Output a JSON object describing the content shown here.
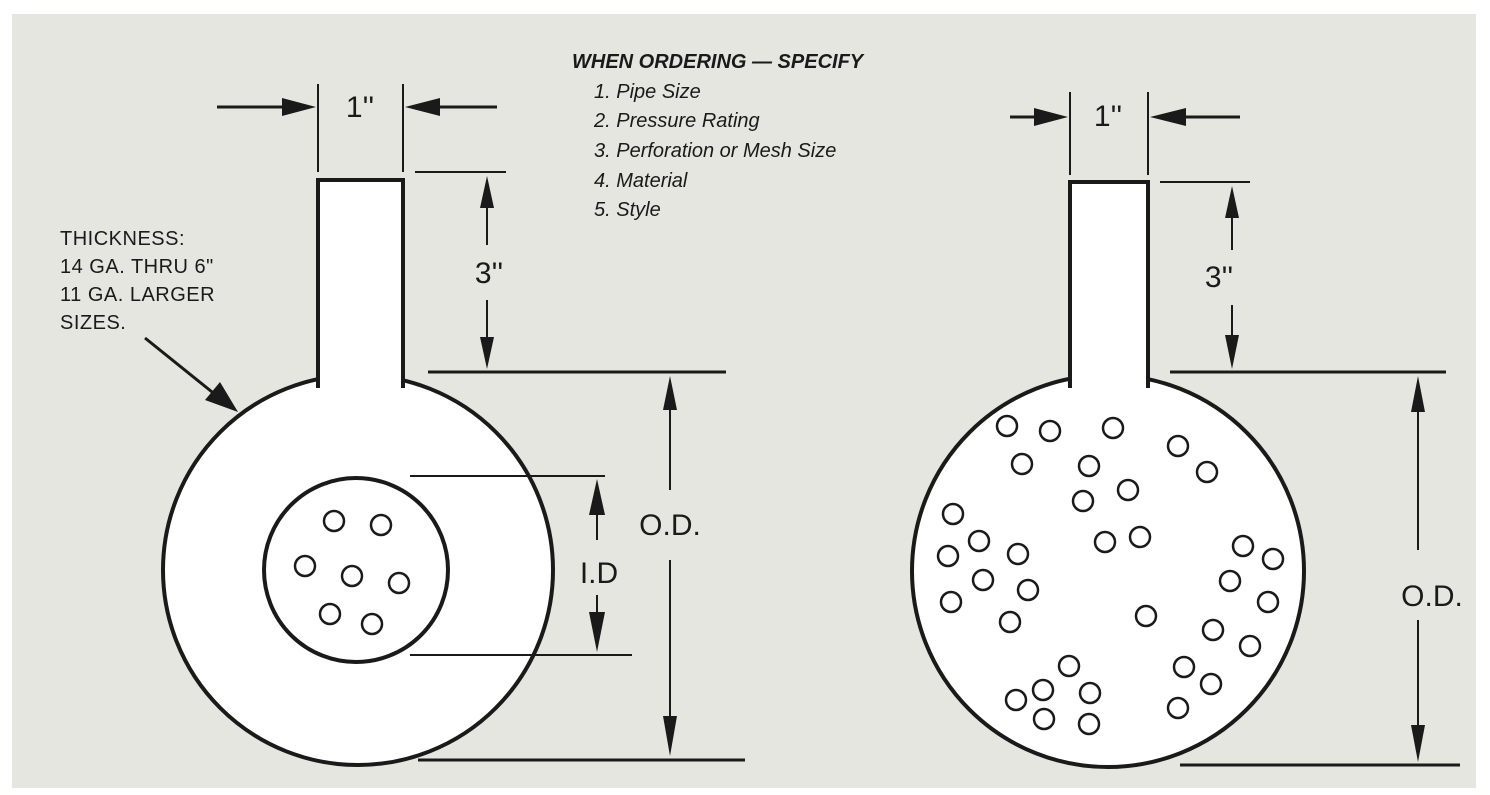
{
  "ordering": {
    "heading": "WHEN ORDERING — SPECIFY",
    "items": [
      "1. Pipe Size",
      "2. Pressure Rating",
      "3. Perforation or Mesh Size",
      "4. Material",
      "5. Style"
    ]
  },
  "thickness_note": [
    "THICKNESS:",
    "14 GA. THRU 6\"",
    "11 GA. LARGER",
    "SIZES."
  ],
  "left_figure": {
    "stem_width_label": "1''",
    "stem_length_label": "3''",
    "outer_diameter_label": "O.D.",
    "inner_diameter_label": "I.D"
  },
  "right_figure": {
    "stem_width_label": "1''",
    "stem_length_label": "3''",
    "outer_diameter_label": "O.D."
  },
  "colors": {
    "paper": "#e5e6df",
    "ink": "#1a1a1a"
  }
}
